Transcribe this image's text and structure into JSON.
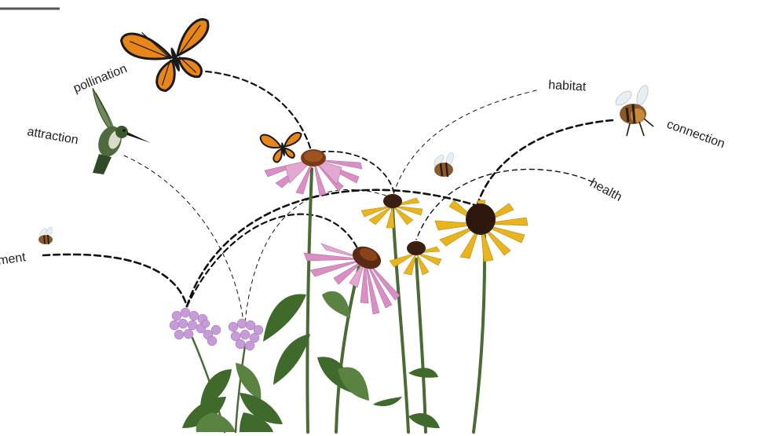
{
  "labels": {
    "pollination": "pollination",
    "attraction": "attraction",
    "habitat": "habitat",
    "connection": "connection",
    "health": "health",
    "enrichment_partial": "ment"
  },
  "colors": {
    "line": "#111111",
    "stem": "#4a6b35",
    "leaf": "#3f6a2c",
    "echinacea_petal": "#d98fc4",
    "rudbeckia_petal": "#e8b51f",
    "flower_center": "#3a1e12",
    "phlox": "#c79ad8",
    "monarch_orange": "#e9861a",
    "bee_body": "#8a5a2a",
    "hummingbird": "#4e6a3e"
  },
  "icons": [
    "monarch-butterfly",
    "hummingbird",
    "bee",
    "echinacea-flower",
    "rudbeckia-flower",
    "phlox-flower"
  ]
}
